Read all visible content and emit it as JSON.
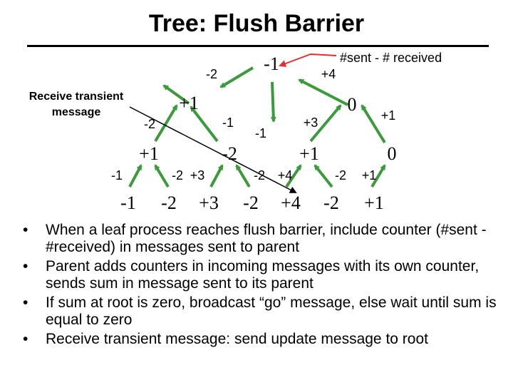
{
  "title": "Tree: Flush Barrier",
  "annotations": {
    "counter_formula": "#sent - # received",
    "transient_line1": "Receive transient",
    "transient_line2": "message"
  },
  "nodes": {
    "root": "-1",
    "l1_left": "-2",
    "l1_right": "+4",
    "l2_a": "+1",
    "l2_b": "0",
    "l3_a": "+1",
    "l3_b": "-2",
    "l3_c": "+1",
    "l3_d": "0",
    "leaf_1": "-1",
    "leaf_2": "-2",
    "leaf_3": "+3",
    "leaf_4": "-2",
    "leaf_5": "+4",
    "leaf_6": "-2",
    "leaf_7": "+1"
  },
  "edge_labels": {
    "e_a": "-2",
    "e_b": "-1",
    "e_c": "-1",
    "e_d": "+3",
    "e_e": "+1",
    "e_f": "-1",
    "e_g": "-2",
    "e_h": "+3",
    "e_i": "-2",
    "e_j": "+4",
    "e_k": "-2",
    "e_l": "+1"
  },
  "bullets": [
    "When a leaf process reaches flush barrier, include counter (#sent - #received) in messages sent to parent",
    "Parent adds counters in incoming messages with its own counter, sends sum in message sent to its parent",
    "If sum at root is zero, broadcast “go” message, else wait until sum is equal to zero",
    "Receive transient message: send update message to root"
  ],
  "colors": {
    "edge_arrow": "#3c9a3c",
    "annotation_line": "#e03030"
  }
}
